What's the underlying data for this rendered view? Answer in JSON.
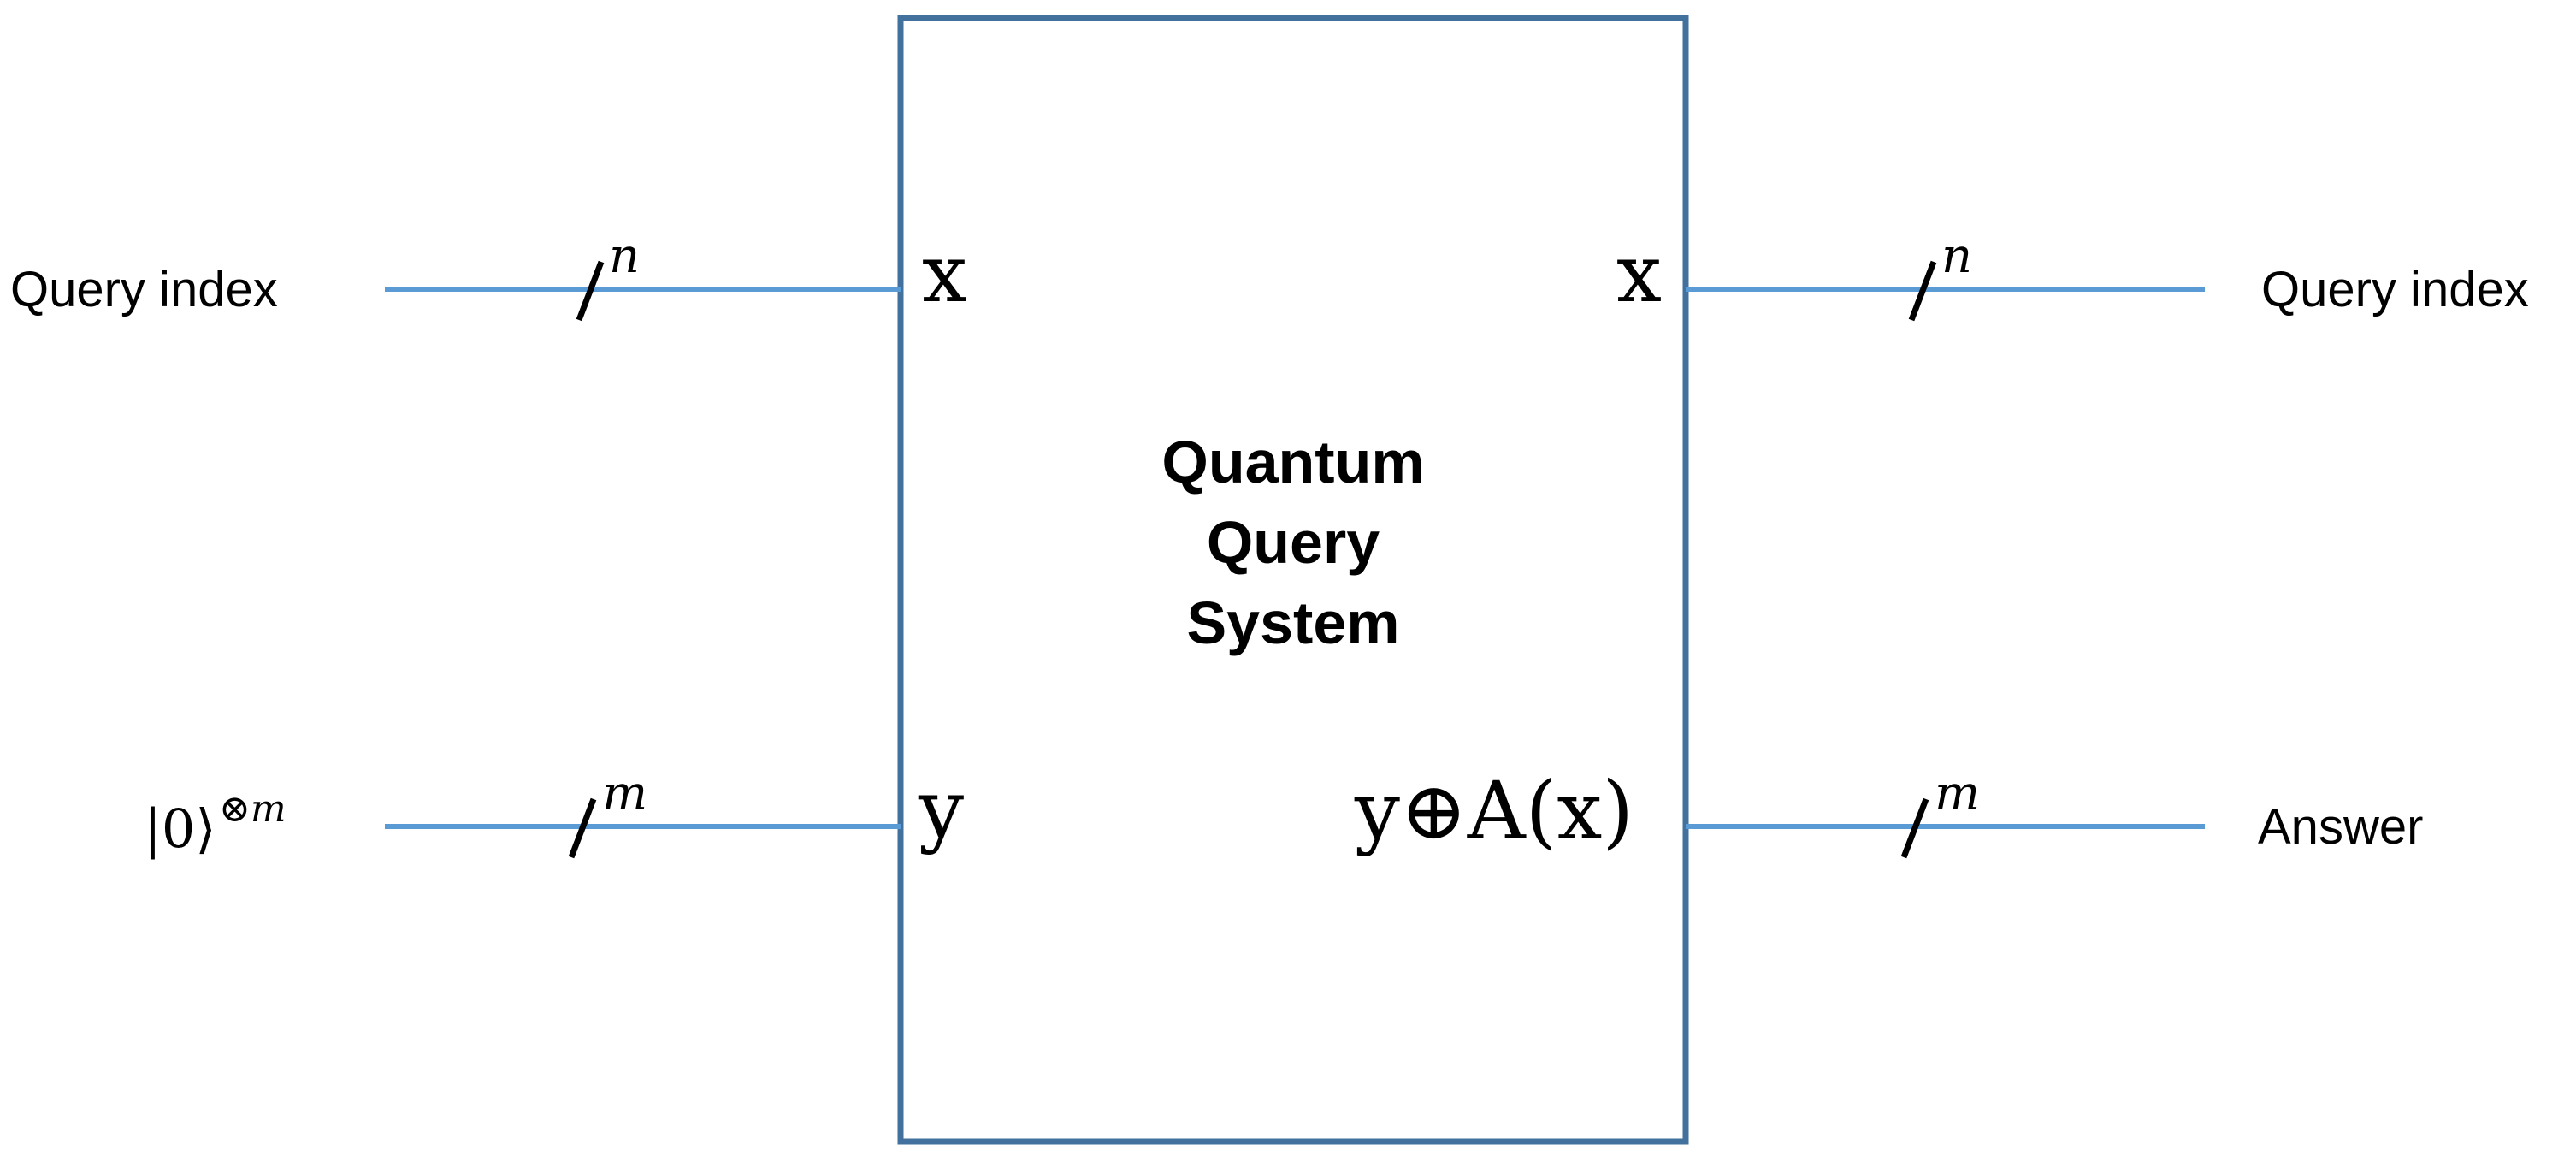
{
  "diagram": {
    "colors": {
      "wire": "#5b9bd5",
      "box_border": "#41719c",
      "text": "#000000"
    },
    "box": {
      "title_lines": [
        "Quantum",
        "Query",
        "System"
      ]
    },
    "ports": {
      "left_top": "x",
      "left_bottom": "y",
      "right_top": "x",
      "right_bottom": "y⊕A(x)"
    },
    "wires": {
      "top_left": {
        "label": "Query index",
        "register_size": "n"
      },
      "top_right": {
        "label": "Query index",
        "register_size": "n"
      },
      "bottom_left": {
        "label_ket": "|0⟩",
        "label_power": "⊗m",
        "register_size": "m"
      },
      "bottom_right": {
        "label": "Answer",
        "register_size": "m"
      }
    }
  }
}
